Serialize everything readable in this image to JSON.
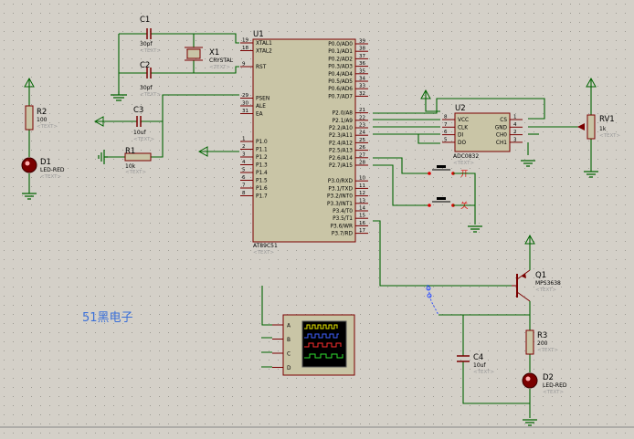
{
  "mcu": {
    "ref": "U1",
    "part": "AT89C51",
    "text": "<TEXT>",
    "left_pins": [
      {
        "num": "19",
        "label": "XTAL1"
      },
      {
        "num": "18",
        "label": "XTAL2"
      },
      {
        "num": "9",
        "label": "RST"
      },
      {
        "num": "29",
        "label": "PSEN"
      },
      {
        "num": "30",
        "label": "ALE"
      },
      {
        "num": "31",
        "label": "EA"
      },
      {
        "num": "1",
        "label": "P1.0"
      },
      {
        "num": "2",
        "label": "P1.1"
      },
      {
        "num": "3",
        "label": "P1.2"
      },
      {
        "num": "4",
        "label": "P1.3"
      },
      {
        "num": "5",
        "label": "P1.4"
      },
      {
        "num": "6",
        "label": "P1.5"
      },
      {
        "num": "7",
        "label": "P1.6"
      },
      {
        "num": "8",
        "label": "P1.7"
      }
    ],
    "right_pins": [
      {
        "num": "39",
        "label": "P0.0/AD0"
      },
      {
        "num": "38",
        "label": "P0.1/AD1"
      },
      {
        "num": "37",
        "label": "P0.2/AD2"
      },
      {
        "num": "36",
        "label": "P0.3/AD3"
      },
      {
        "num": "35",
        "label": "P0.4/AD4"
      },
      {
        "num": "34",
        "label": "P0.5/AD5"
      },
      {
        "num": "33",
        "label": "P0.6/AD6"
      },
      {
        "num": "32",
        "label": "P0.7/AD7"
      },
      {
        "num": "21",
        "label": "P2.0/A8"
      },
      {
        "num": "22",
        "label": "P2.1/A9"
      },
      {
        "num": "23",
        "label": "P2.2/A10"
      },
      {
        "num": "24",
        "label": "P2.3/A11"
      },
      {
        "num": "25",
        "label": "P2.4/A12"
      },
      {
        "num": "26",
        "label": "P2.5/A13"
      },
      {
        "num": "27",
        "label": "P2.6/A14"
      },
      {
        "num": "28",
        "label": "P2.7/A15"
      },
      {
        "num": "10",
        "label": "P3.0/RXD"
      },
      {
        "num": "11",
        "label": "P3.1/TXD"
      },
      {
        "num": "12",
        "label": "P3.2/INT0"
      },
      {
        "num": "13",
        "label": "P3.3/INT1"
      },
      {
        "num": "14",
        "label": "P3.4/T0"
      },
      {
        "num": "15",
        "label": "P3.5/T1"
      },
      {
        "num": "16",
        "label": "P3.6/WR"
      },
      {
        "num": "17",
        "label": "P3.7/RD"
      }
    ]
  },
  "adc": {
    "ref": "U2",
    "part": "ADC0832",
    "text": "<TEXT>",
    "left_pins": [
      {
        "num": "8",
        "label": "VCC"
      },
      {
        "num": "7",
        "label": "CLK"
      },
      {
        "num": "6",
        "label": "DI"
      },
      {
        "num": "5",
        "label": "DO"
      }
    ],
    "right_pins": [
      {
        "num": "1",
        "label": "CS"
      },
      {
        "num": "4",
        "label": "GND"
      },
      {
        "num": "2",
        "label": "CH0"
      },
      {
        "num": "3",
        "label": "CH1"
      }
    ]
  },
  "components": {
    "c1": {
      "ref": "C1",
      "value": "30pf",
      "text": "<TEXT>"
    },
    "c2": {
      "ref": "C2",
      "value": "30pf",
      "text": "<TEXT>"
    },
    "c3": {
      "ref": "C3",
      "value": "10uf",
      "text": "<TEXT>"
    },
    "c4": {
      "ref": "C4",
      "value": "10uf",
      "text": "<TEXT>"
    },
    "x1": {
      "ref": "X1",
      "value": "CRYSTAL",
      "text": "<TEXT>"
    },
    "r1": {
      "ref": "R1",
      "value": "10k",
      "text": "<TEXT>"
    },
    "r2": {
      "ref": "R2",
      "value": "100",
      "text": "<TEXT>"
    },
    "r3": {
      "ref": "R3",
      "value": "200",
      "text": "<TEXT>"
    },
    "rv1": {
      "ref": "RV1",
      "value": "1k",
      "text": "<TEXT>"
    },
    "d1": {
      "ref": "D1",
      "value": "LED-RED",
      "text": "<TEXT>"
    },
    "d2": {
      "ref": "D2",
      "value": "LED-RED",
      "text": "<TEXT>"
    },
    "q1": {
      "ref": "Q1",
      "value": "MPS3638",
      "text": "<TEXT>"
    }
  },
  "switches": {
    "on_label": "开",
    "off_label": "关"
  },
  "scope": {
    "channels": [
      "A",
      "B",
      "C",
      "D"
    ]
  },
  "watermark": "51黑电子",
  "colors": {
    "background": "#d4d0c8",
    "wire": "#006400",
    "outline": "#7a0000",
    "body_fill": "#c9c5a6",
    "watermark": "#3a6fd8"
  }
}
